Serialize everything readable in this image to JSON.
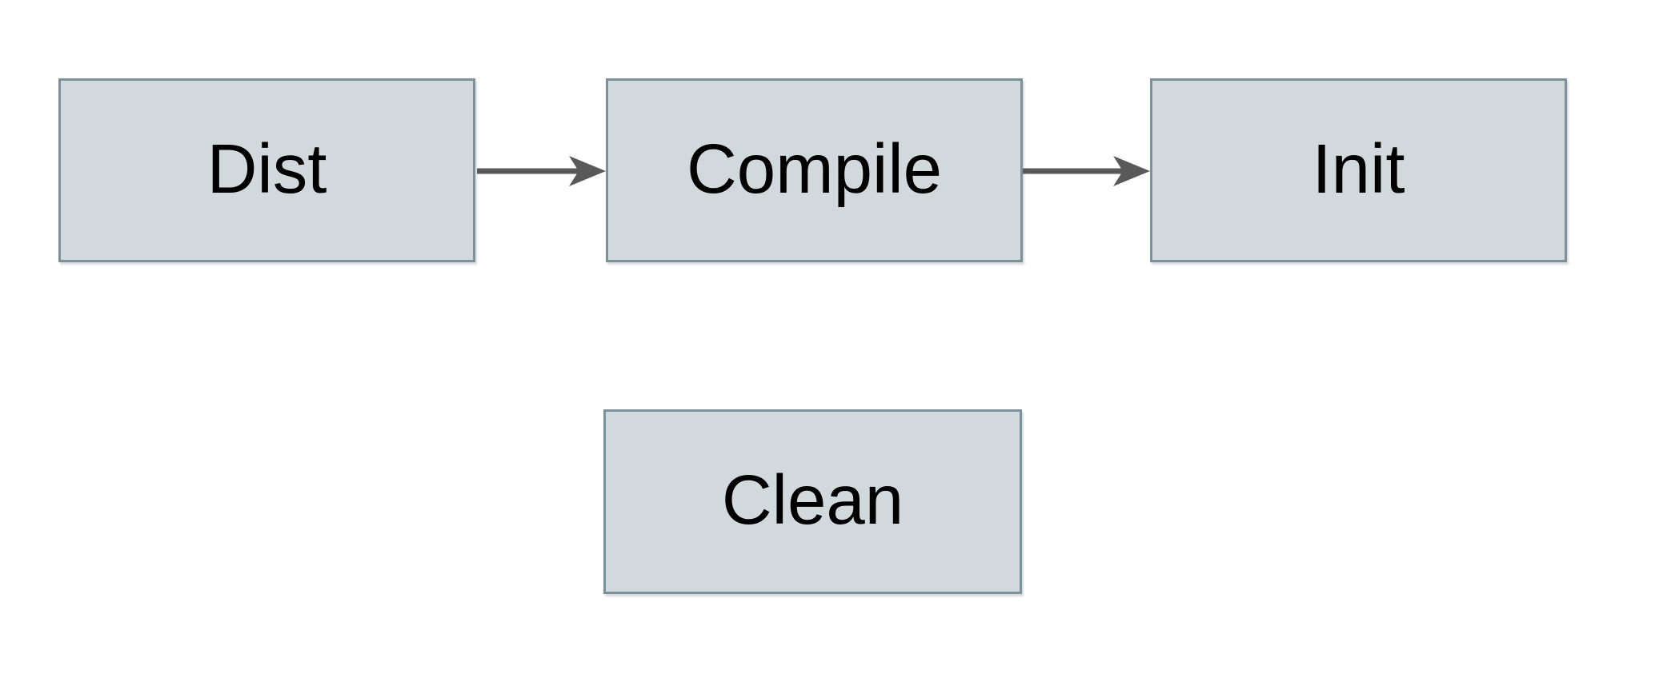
{
  "diagram": {
    "title": "build-targets-flow",
    "nodes": [
      {
        "id": "dist",
        "label": "Dist"
      },
      {
        "id": "compile",
        "label": "Compile"
      },
      {
        "id": "init",
        "label": "Init"
      },
      {
        "id": "clean",
        "label": "Clean"
      }
    ],
    "edges": [
      {
        "from": "dist",
        "to": "compile"
      },
      {
        "from": "compile",
        "to": "init"
      }
    ]
  },
  "colors": {
    "node_fill": "#d2d9dc",
    "node_border": "#7b919c",
    "arrow": "#595959",
    "text": "#000000",
    "background": "#ffffff"
  }
}
